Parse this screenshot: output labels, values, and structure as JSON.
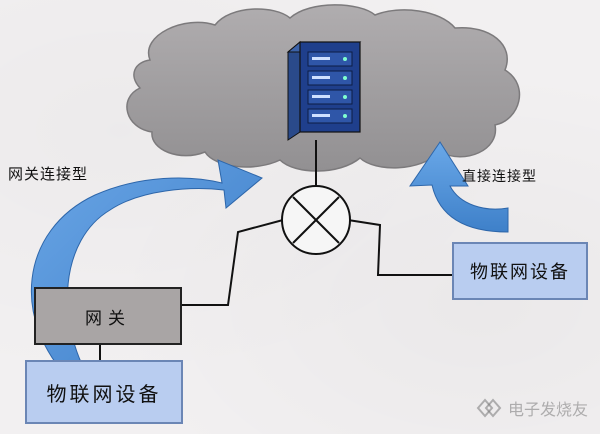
{
  "labels": {
    "gateway_type": "网关连接型",
    "direct_type": "直接连接型"
  },
  "nodes": {
    "gateway": "网关",
    "device_left": "物联网设备",
    "device_right": "物联网设备"
  },
  "watermark": {
    "text": "电子发烧友"
  },
  "colors": {
    "cloud": "#9e9b9d",
    "arrow_blue": "#4d8fd6",
    "device_fill": "#b9cdf0",
    "gateway_fill": "#a9a5a5",
    "server_blue": "#1f3f8c"
  },
  "icons": {
    "server": "server-icon",
    "router": "router-crossed-circle-icon",
    "logo": "electronic-enthusiast-logo"
  }
}
